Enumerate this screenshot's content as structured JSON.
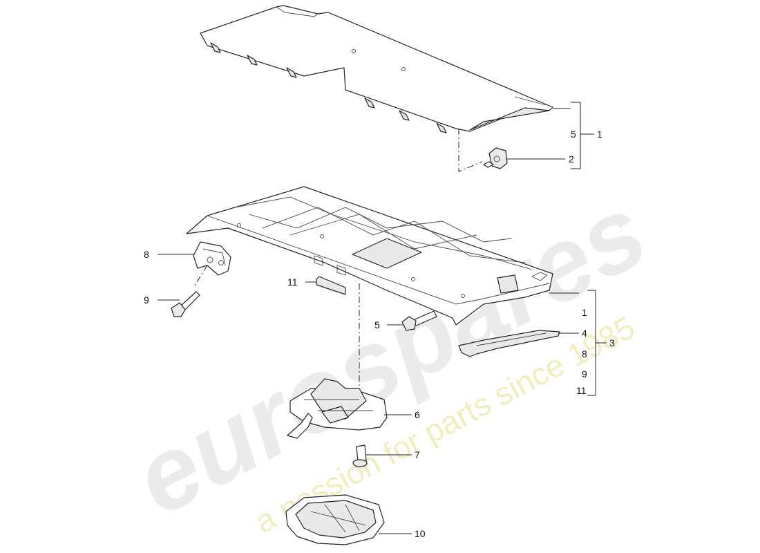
{
  "watermark": {
    "brand": "eurospares",
    "tagline": "a passion for parts since 1985",
    "brand_color": "#d9d9d9",
    "tagline_color": "#e8e08a"
  },
  "callouts": {
    "c5a": "5",
    "c1a": "1",
    "c2a": "2",
    "c8a": "8",
    "c9a": "9",
    "c11a": "11",
    "c5b": "5",
    "c1b": "1",
    "c4b": "4",
    "c3b": "3",
    "c8b": "8",
    "c9b": "9",
    "c11b": "11",
    "c6": "6",
    "c7": "7",
    "c10": "10"
  }
}
